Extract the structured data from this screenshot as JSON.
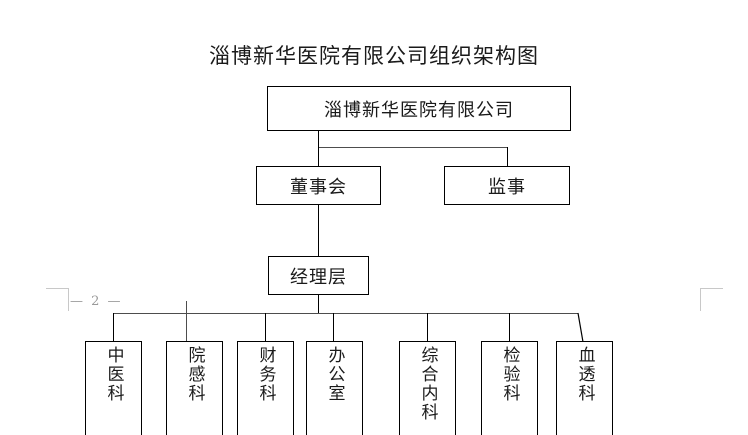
{
  "document": {
    "title": "淄博新华医院有限公司组织架构图",
    "page_number": "— 2 —"
  },
  "org_chart": {
    "root": {
      "label": "淄博新华医院有限公司"
    },
    "level_two": [
      {
        "label": "董事会"
      },
      {
        "label": "监事"
      }
    ],
    "level_three": [
      {
        "label": "经理层"
      }
    ],
    "departments": [
      {
        "label": "中医科"
      },
      {
        "label": "院感科"
      },
      {
        "label": "财务科"
      },
      {
        "label": "办公室"
      },
      {
        "label": "综合内科"
      },
      {
        "label": "检验科"
      },
      {
        "label": "血透科"
      }
    ]
  },
  "colors": {
    "line": "#000000",
    "text": "#1a1a1a",
    "guide": "#c8c8c8",
    "page_number": "#9a9a9a",
    "background": "#ffffff"
  }
}
